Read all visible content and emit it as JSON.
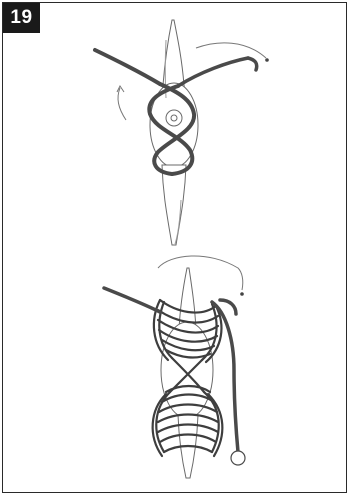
{
  "step": {
    "number": "19"
  },
  "figures": [
    {
      "id": "top",
      "subject": "cleat-with-figure-eight-wrap"
    },
    {
      "id": "bottom",
      "subject": "cleat-with-completed-figure-eight-turns"
    }
  ],
  "colors": {
    "rope": "#4a4a4a",
    "outline": "#6a6a6a",
    "badge_bg": "#1a1a1a",
    "badge_text": "#ffffff",
    "border": "#2a2a2a"
  }
}
